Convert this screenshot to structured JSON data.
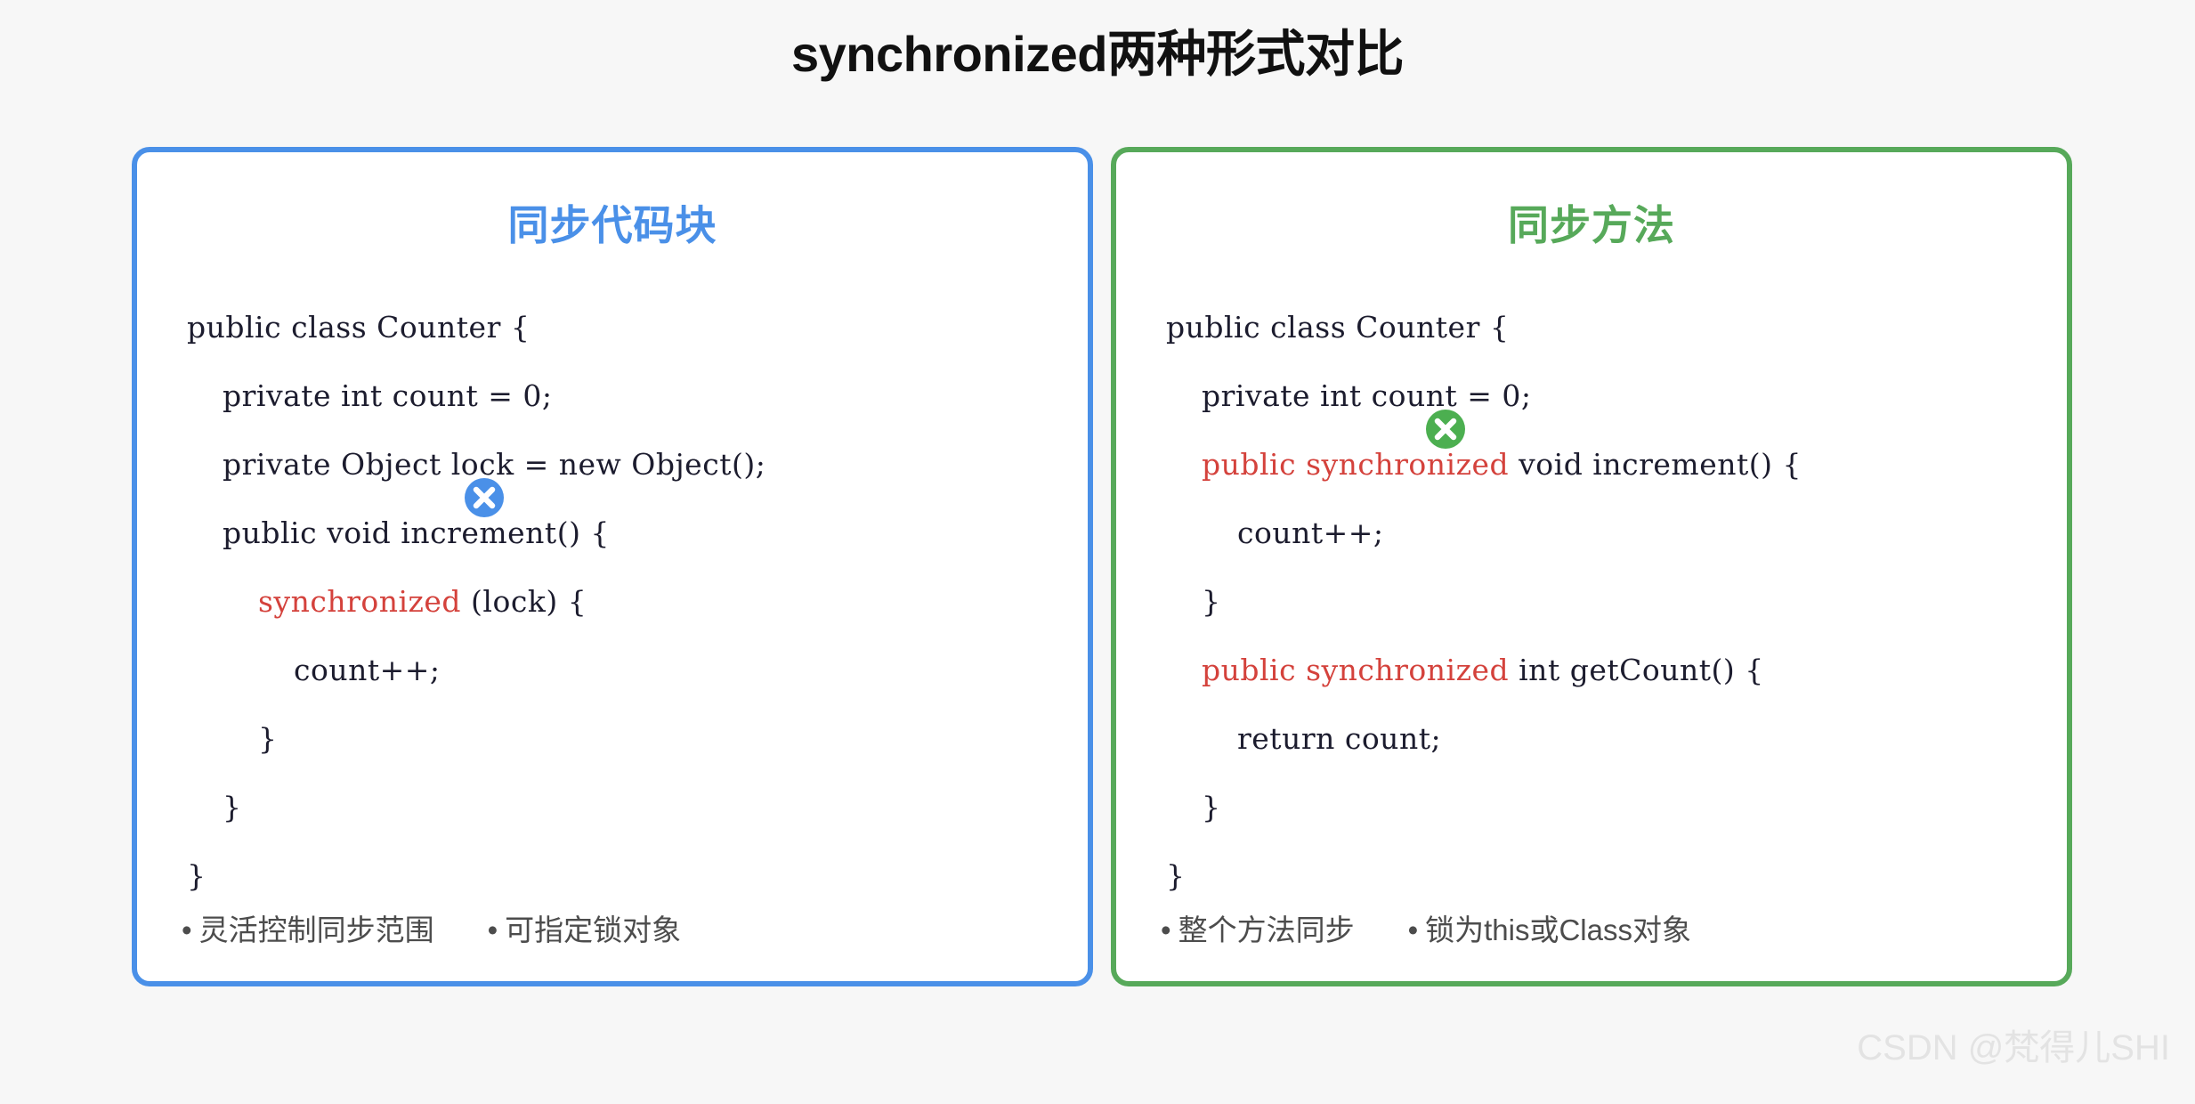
{
  "title": "synchronized两种形式对比",
  "background_color": "#f7f7f7",
  "panels": [
    {
      "id": "sync-block",
      "heading": "同步代码块",
      "accent_color": "#4a90e8",
      "marker": {
        "icon": "circle-x-icon",
        "color": "#4a90e8"
      },
      "code": [
        {
          "indent": 0,
          "plain": "public class Counter {"
        },
        {
          "indent": 1,
          "plain": "private int count = 0;"
        },
        {
          "indent": 1,
          "plain": "private Object lock = new Object();"
        },
        {
          "indent": 1,
          "plain": "public void increment() {"
        },
        {
          "indent": 2,
          "keyword": "synchronized",
          "plain": " (lock) {"
        },
        {
          "indent": 3,
          "plain": "count++;"
        },
        {
          "indent": 2,
          "plain": "}"
        },
        {
          "indent": 1,
          "plain": "}"
        },
        {
          "indent": 0,
          "plain": "}"
        }
      ],
      "bullets": [
        "灵活控制同步范围",
        "可指定锁对象"
      ]
    },
    {
      "id": "sync-method",
      "heading": "同步方法",
      "accent_color": "#57a95a",
      "marker": {
        "icon": "circle-x-icon",
        "color": "#4caf50"
      },
      "code": [
        {
          "indent": 0,
          "plain": "public class Counter {"
        },
        {
          "indent": 1,
          "plain": "private int count = 0;"
        },
        {
          "indent": 1,
          "keyword": "public synchronized",
          "plain": " void increment() {"
        },
        {
          "indent": 2,
          "plain": "count++;"
        },
        {
          "indent": 1,
          "plain": "}"
        },
        {
          "indent": 1,
          "keyword": "public synchronized",
          "plain": " int getCount() {"
        },
        {
          "indent": 2,
          "plain": "return count;"
        },
        {
          "indent": 1,
          "plain": "}"
        },
        {
          "indent": 0,
          "plain": "}"
        }
      ],
      "bullets": [
        "整个方法同步",
        "锁为this或Class对象"
      ]
    }
  ],
  "bullet_marker": "•",
  "keyword_color": "#d4423c",
  "watermark": "CSDN @梵得儿SHI"
}
